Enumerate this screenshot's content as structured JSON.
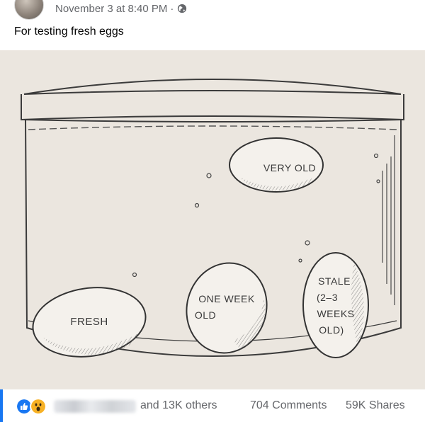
{
  "post": {
    "timestamp": "November 3 at 8:40 PM",
    "separator": "·",
    "privacy_icon": "globe-icon",
    "text": "For testing fresh eggs"
  },
  "photo": {
    "labels": {
      "very_old": "VERY OLD",
      "fresh": "FRESH",
      "one_week_line1": "ONE WEEK",
      "one_week_line2": "OLD",
      "stale_line1": "STALE",
      "stale_line2": "(2–3",
      "stale_line3": "WEEKS",
      "stale_line4": "OLD)"
    }
  },
  "reactions": {
    "icons": [
      "like-icon",
      "wow-icon"
    ],
    "others_text": "and 13K others",
    "comments_text": "704 Comments",
    "shares_text": "59K Shares"
  },
  "colors": {
    "accent": "#1877f2",
    "meta_text": "#65676b",
    "photo_bg": "#ebe6df"
  }
}
